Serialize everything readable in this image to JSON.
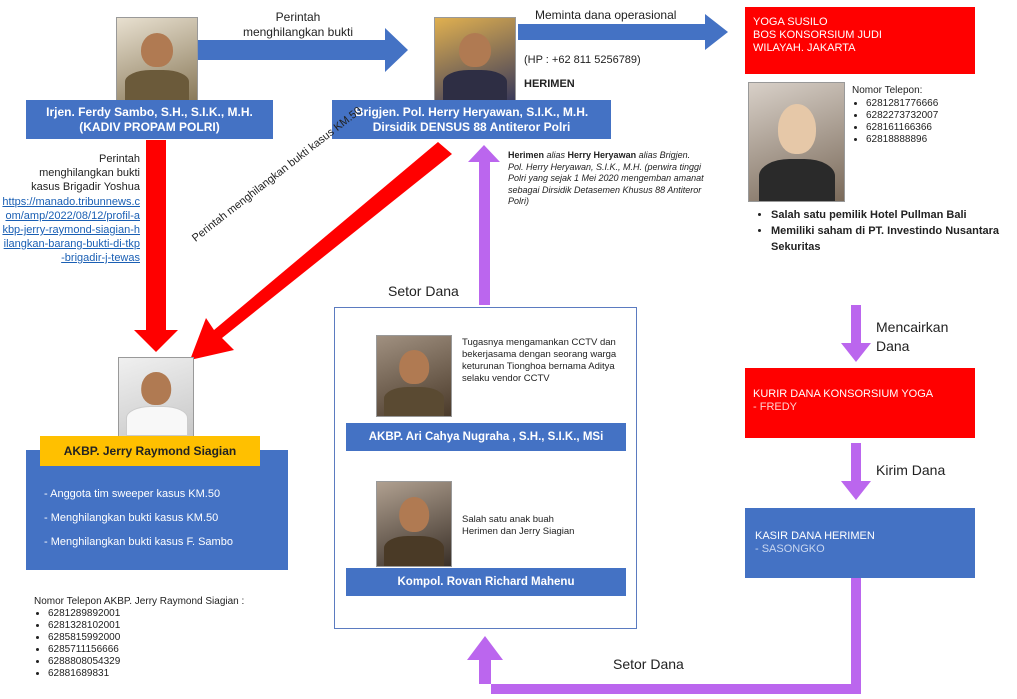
{
  "colors": {
    "blue": "#4472c4",
    "red": "#ff0000",
    "purple": "#bb66ee",
    "gold": "#ffc000"
  },
  "ferdy": {
    "name": "Irjen. Ferdy Sambo, S.H., S.I.K., M.H.",
    "title": "(KADIV PROPAM POLRI)"
  },
  "herry": {
    "name": "Brigjen. Pol. Herry Heryawan, S.I.K., M.H.",
    "title": "Dirsidik DENSUS 88 Antiteror Polri",
    "hp": "(HP : +62 811 5256789)",
    "alias_label": "HERIMEN"
  },
  "herry_note": {
    "bold1": "Herimen",
    "t1": " alias ",
    "bold2": "Herry Heryawan",
    "rest": "alias Brigjen. Pol. Herry Heryawan, S.I.K., M.H. (perwira tinggi Polri yang sejak 1 Mei 2020 mengemban amanat sebagai Dirsidik Detasemen Khusus 88 Antiteror Polri)"
  },
  "arrows": {
    "perintah_top": "Perintah\nmenghilangkan bukti",
    "meminta": "Meminta dana operasional",
    "perintah_left": "Perintah\nmenghilangkan bukti\nkasus Brigadir Yoshua",
    "link": "https://manado.tribunnews.com/amp/2022/08/12/profil-akbp-jerry-raymond-siagian-hilangkan-barang-bukti-di-tkp-brigadir-j-tewas",
    "diagonal": "Perintah menghilangkan bukti kasus KM.50",
    "setor_top": "Setor Dana",
    "setor_bottom": "Setor Dana",
    "mencairkan": "Mencairkan\nDana",
    "kirim": "Kirim Dana"
  },
  "yoga": {
    "line1": "YOGA SUSILO",
    "line2": "BOS KONSORSIUM JUDI",
    "line3": "WILAYAH. JAKARTA",
    "phone_label": "Nomor Telepon:",
    "phones": [
      "6281281776666",
      "6282273732007",
      "628161166366",
      "62818888896"
    ],
    "facts": [
      "Salah satu pemilik Hotel Pullman Bali",
      "Memiliki saham di PT. Investindo Nusantara Sekuritas"
    ]
  },
  "kurir": {
    "line1": "KURIR DANA KONSORSIUM YOGA",
    "line2": "- FREDY"
  },
  "kasir": {
    "line1": "KASIR DANA HERIMEN",
    "line2": "- SASONGKO"
  },
  "jerry": {
    "name": "AKBP. Jerry Raymond Siagian",
    "items": [
      "- Anggota tim sweeper kasus KM.50",
      "- Menghilangkan bukti kasus KM.50",
      "- Menghilangkan bukti kasus F. Sambo"
    ],
    "phone_label": "Nomor Telepon AKBP. Jerry Raymond Siagian :",
    "phones": [
      "6281289892001",
      "6281328102001",
      "6285815992000",
      "6285711156666",
      "6288808054329",
      "62881689831"
    ]
  },
  "ari": {
    "name": "AKBP. Ari Cahya Nugraha , S.H., S.I.K., MSi",
    "note": "Tugasnya mengamankan CCTV dan bekerjasama dengan seorang warga keturunan Tionghoa bernama Aditya selaku vendor CCTV"
  },
  "rovan": {
    "name": "Kompol. Rovan Richard Mahenu",
    "note": "Salah satu anak buah Herimen dan Jerry Siagian"
  }
}
